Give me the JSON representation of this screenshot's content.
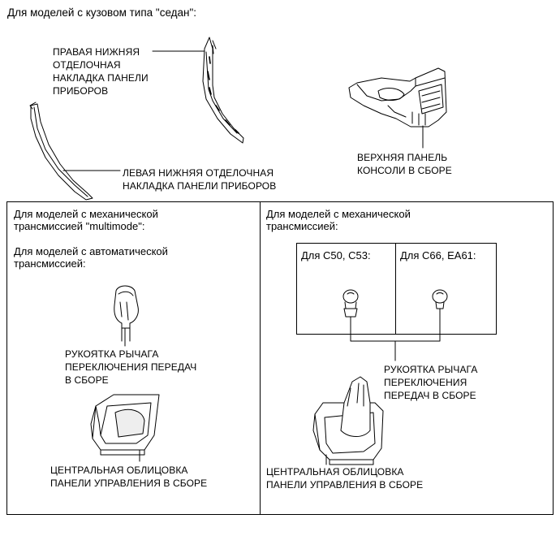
{
  "header": {
    "title": "Для моделей с кузовом типа \"седан\":"
  },
  "top_parts": {
    "right_trim": [
      "ПРАВАЯ НИЖНЯЯ",
      "ОТДЕЛОЧНАЯ",
      "НАКЛАДКА ПАНЕЛИ",
      "ПРИБОРОВ"
    ],
    "left_trim": [
      "ЛЕВАЯ НИЖНЯЯ ОТДЕЛОЧНАЯ",
      "НАКЛАДКА ПАНЕЛИ ПРИБОРОВ"
    ],
    "console_panel": [
      "ВЕРХНЯЯ ПАНЕЛЬ",
      "КОНСОЛИ В СБОРЕ"
    ]
  },
  "left_box": {
    "heading1": [
      "Для моделей с механической",
      "трансмиссией \"multimode\":"
    ],
    "heading2": [
      "Для моделей с автоматической",
      "трансмиссией:"
    ],
    "knob_label": [
      "РУКОЯТКА РЫЧАГА",
      "ПЕРЕКЛЮЧЕНИЯ ПЕРЕДАЧ",
      "В СБОРЕ"
    ],
    "bezel_label": [
      "ЦЕНТРАЛЬНАЯ ОБЛИЦОВКА",
      "ПАНЕЛИ УПРАВЛЕНИЯ В СБОРЕ"
    ]
  },
  "right_box": {
    "heading": [
      "Для моделей с механической",
      "трансмиссией:"
    ],
    "variant_a": "Для C50, C53:",
    "variant_b": "Для C66, EA61:",
    "knob_label": [
      "РУКОЯТКА РЫЧАГА",
      "ПЕРЕКЛЮЧЕНИЯ",
      "ПЕРЕДАЧ В СБОРЕ"
    ],
    "bezel_label": [
      "ЦЕНТРАЛЬНАЯ ОБЛИЦОВКА",
      "ПАНЕЛИ УПРАВЛЕНИЯ В СБОРЕ"
    ]
  }
}
